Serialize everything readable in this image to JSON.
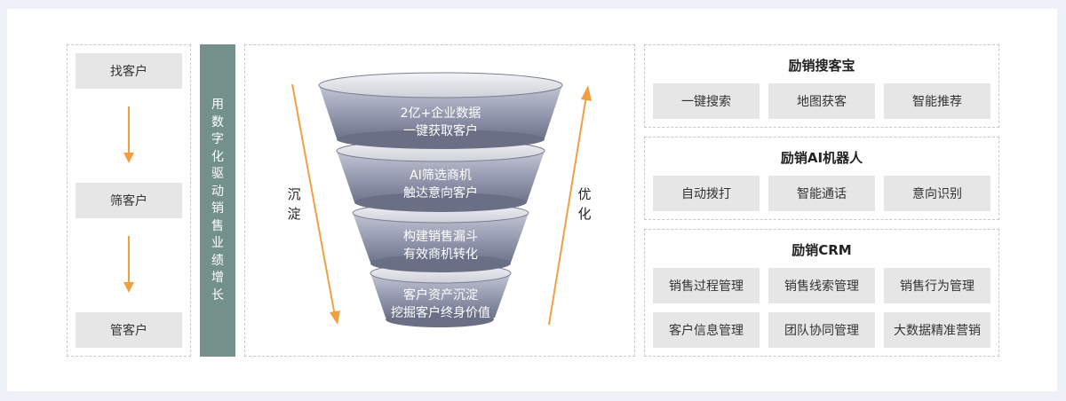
{
  "left_steps": [
    "找客户",
    "筛客户",
    "管客户"
  ],
  "vertical_banner": [
    "用",
    "数",
    "字",
    "化",
    "驱",
    "动",
    "销",
    "售",
    "业",
    "绩",
    "增",
    "长"
  ],
  "funnel": {
    "layers": [
      {
        "line1": "2亿+企业数据",
        "line2": "一键获取客户"
      },
      {
        "line1": "AI筛选商机",
        "line2": "触达意向客户"
      },
      {
        "line1": "构建销售漏斗",
        "line2": "有效商机转化"
      },
      {
        "line1": "客户资产沉淀",
        "line2": "挖掘客户终身价值"
      }
    ],
    "left_label": [
      "沉",
      "淀"
    ],
    "right_label": [
      "优",
      "化"
    ]
  },
  "panels": [
    {
      "title": "励销搜客宝",
      "items": [
        "一键搜索",
        "地图获客",
        "智能推荐"
      ]
    },
    {
      "title": "励销AI机器人",
      "items": [
        "自动拨打",
        "智能通话",
        "意向识别"
      ]
    },
    {
      "title": "励销CRM",
      "items": [
        "销售过程管理",
        "销售线索管理",
        "销售行为管理",
        "客户信息管理",
        "团队协同管理",
        "大数据精准营销"
      ]
    }
  ],
  "colors": {
    "arrow": "#f0a040",
    "banner": "#74908a",
    "box": "#e6e6e6"
  }
}
